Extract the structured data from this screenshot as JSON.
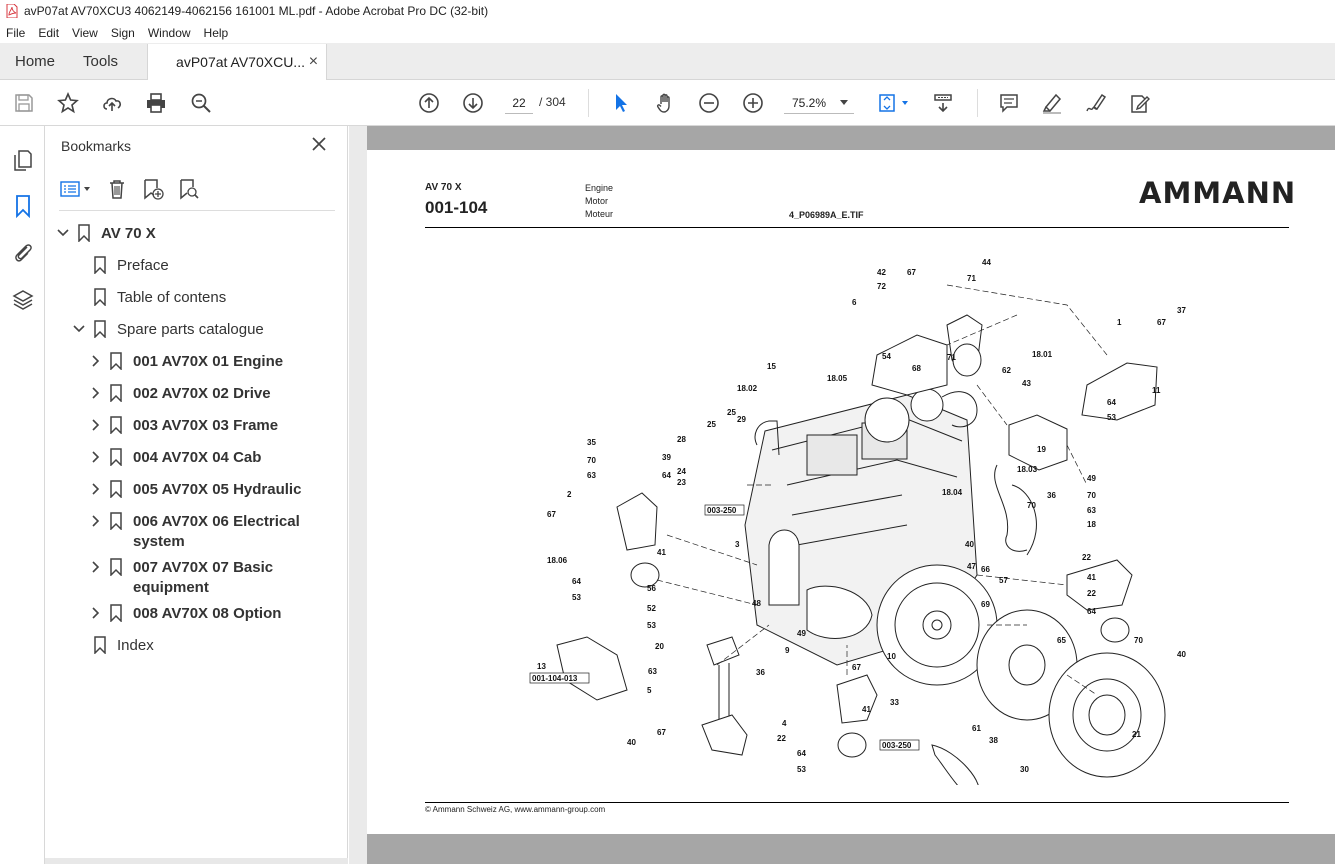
{
  "window": {
    "title": "avP07at AV70XCU3 4062149-4062156 161001 ML.pdf - Adobe Acrobat Pro DC (32-bit)"
  },
  "menu": [
    "File",
    "Edit",
    "View",
    "Sign",
    "Window",
    "Help"
  ],
  "tabs": {
    "home": "Home",
    "tools": "Tools",
    "document": "avP07at AV70XCU...",
    "close": "×"
  },
  "toolbar": {
    "page_current": "22",
    "page_total": "/  304",
    "zoom": "75.2%"
  },
  "bookmarks": {
    "title": "Bookmarks",
    "items": [
      {
        "label": "AV 70 X"
      },
      {
        "label": "Preface"
      },
      {
        "label": "Table of contens"
      },
      {
        "label": "Spare parts catalogue"
      },
      {
        "label": "001 AV70X 01 Engine"
      },
      {
        "label": "002 AV70X 02 Drive"
      },
      {
        "label": "003 AV70X 03 Frame"
      },
      {
        "label": "004 AV70X 04 Cab"
      },
      {
        "label": "005 AV70X 05 Hydraulic"
      },
      {
        "label": "006 AV70X 06 Electrical",
        "label2": "system"
      },
      {
        "label": "007 AV70X 07 Basic",
        "label2": "equipment"
      },
      {
        "label": "008 AV70X 08 Option"
      },
      {
        "label": "Index"
      }
    ]
  },
  "document": {
    "model": "AV 70 X",
    "code": "001-104",
    "title_de": "Engine",
    "title_fr": "Motor",
    "title_en": "Moteur",
    "file": "4_P06989A_E.TIF",
    "logo": "AMMANN",
    "footer": "© Ammann Schweiz AG, www.ammann-group.com",
    "callouts": [
      {
        "t": "42"
      },
      {
        "t": "67"
      },
      {
        "t": "44"
      },
      {
        "t": "72"
      },
      {
        "t": "71"
      },
      {
        "t": "6"
      },
      {
        "t": "37"
      },
      {
        "t": "67"
      },
      {
        "t": "1"
      },
      {
        "t": "18.01"
      },
      {
        "t": "54"
      },
      {
        "t": "68"
      },
      {
        "t": "71"
      },
      {
        "t": "11"
      },
      {
        "t": "15"
      },
      {
        "t": "18.05"
      },
      {
        "t": "62"
      },
      {
        "t": "43"
      },
      {
        "t": "18.02"
      },
      {
        "t": "64"
      },
      {
        "t": "53"
      },
      {
        "t": "25"
      },
      {
        "t": "29"
      },
      {
        "t": "25"
      },
      {
        "t": "35"
      },
      {
        "t": "28"
      },
      {
        "t": "39"
      },
      {
        "t": "19"
      },
      {
        "t": "70"
      },
      {
        "t": "18.03"
      },
      {
        "t": "63"
      },
      {
        "t": "64"
      },
      {
        "t": "24"
      },
      {
        "t": "23"
      },
      {
        "t": "49"
      },
      {
        "t": "18.04"
      },
      {
        "t": "36"
      },
      {
        "t": "70"
      },
      {
        "t": "2"
      },
      {
        "t": "003-250"
      },
      {
        "t": "70"
      },
      {
        "t": "63"
      },
      {
        "t": "67"
      },
      {
        "t": "3"
      },
      {
        "t": "40"
      },
      {
        "t": "18"
      },
      {
        "t": "18.06"
      },
      {
        "t": "22"
      },
      {
        "t": "41"
      },
      {
        "t": "41"
      },
      {
        "t": "47"
      },
      {
        "t": "66"
      },
      {
        "t": "56"
      },
      {
        "t": "22"
      },
      {
        "t": "64"
      },
      {
        "t": "57"
      },
      {
        "t": "53"
      },
      {
        "t": "52"
      },
      {
        "t": "64"
      },
      {
        "t": "48"
      },
      {
        "t": "69"
      },
      {
        "t": "53"
      },
      {
        "t": "65"
      },
      {
        "t": "49"
      },
      {
        "t": "20"
      },
      {
        "t": "9"
      },
      {
        "t": "70"
      },
      {
        "t": "67"
      },
      {
        "t": "40"
      },
      {
        "t": "63"
      },
      {
        "t": "10"
      },
      {
        "t": "13"
      },
      {
        "t": "001-104-013"
      },
      {
        "t": "36"
      },
      {
        "t": "5"
      },
      {
        "t": "33"
      },
      {
        "t": "41"
      },
      {
        "t": "4"
      },
      {
        "t": "67"
      },
      {
        "t": "61"
      },
      {
        "t": "38"
      },
      {
        "t": "21"
      },
      {
        "t": "22"
      },
      {
        "t": "40"
      },
      {
        "t": "003-250"
      },
      {
        "t": "64"
      },
      {
        "t": "53"
      },
      {
        "t": "30"
      }
    ]
  },
  "colors": {
    "accent": "#1473e6",
    "pdf_red": "#d7373f"
  }
}
